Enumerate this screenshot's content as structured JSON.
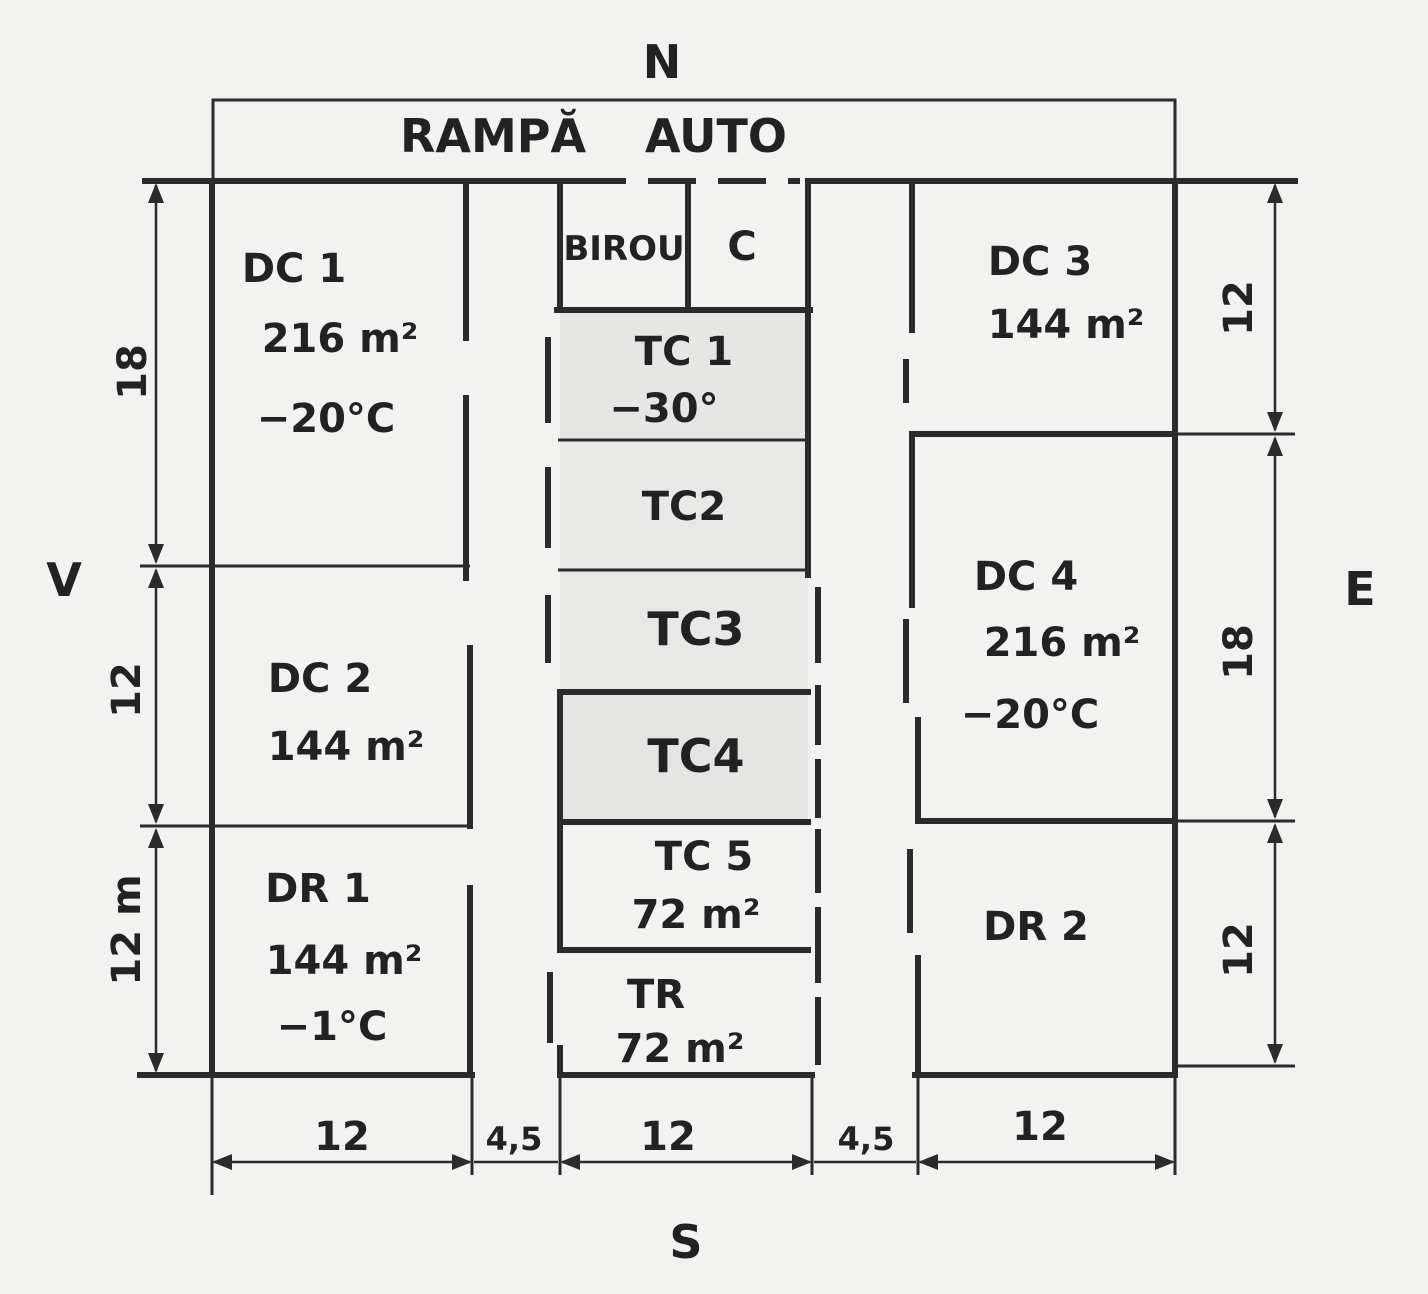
{
  "compass": {
    "north": "N",
    "south": "S",
    "west": "V",
    "east": "E"
  },
  "ramp": {
    "label_1": "RAMPĂ",
    "label_2": "AUTO"
  },
  "rooms": {
    "dc1": {
      "name": "DC 1",
      "area": "216 m²",
      "temp": "−20°C"
    },
    "dc2": {
      "name": "DC 2",
      "area": "144 m²"
    },
    "dr1": {
      "name": "DR 1",
      "area": "144 m²",
      "temp": "−1°C"
    },
    "birou": {
      "name": "BIROU"
    },
    "c": {
      "name": "C"
    },
    "tc1": {
      "name": "TC 1",
      "temp": "−30°"
    },
    "tc2": {
      "name": "TC2"
    },
    "tc3": {
      "name": "TC3"
    },
    "tc4": {
      "name": "TC4"
    },
    "tc5": {
      "name": "TC 5",
      "area": "72 m²"
    },
    "tr": {
      "name": "TR",
      "area": "72 m²"
    },
    "dc3": {
      "name": "DC 3",
      "area": "144 m²"
    },
    "dc4": {
      "name": "DC 4",
      "area": "216 m²",
      "temp": "−20°C"
    },
    "dr2": {
      "name": "DR 2"
    }
  },
  "dimensions": {
    "bottom": [
      "12",
      "4,5",
      "12",
      "4,5",
      "12"
    ],
    "left": [
      "18",
      "12",
      "12 m"
    ],
    "right": [
      "12",
      "18",
      "12"
    ]
  }
}
